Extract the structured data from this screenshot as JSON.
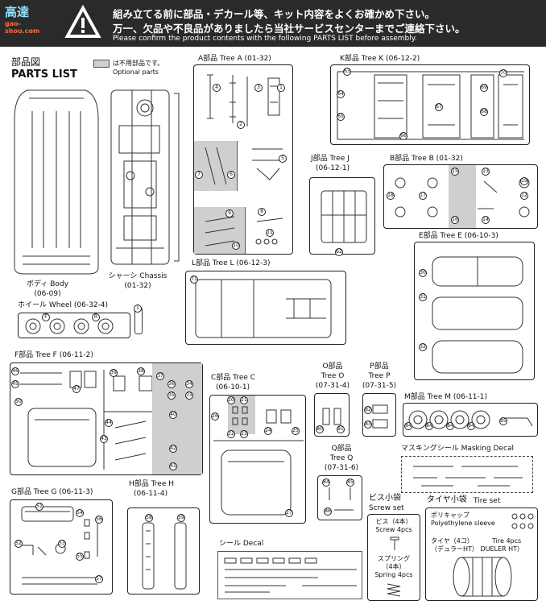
{
  "header": {
    "logo_text": "高達",
    "logo_site": "gao-shou.com",
    "jp_line_1": "組み立てる前に部品・デカール等、キット内容をよくお確かめ下さい。",
    "jp_line_2": "万一、欠品や不良品がありましたら当社サービスセンターまでご連絡下さい。",
    "en_line": "Please confirm the product contents with the following PARTS LIST before assembly."
  },
  "parts_list": {
    "title_jp": "部品図",
    "title_en": "PARTS LIST",
    "legend_jp": "は不用部品です。",
    "legend_en": "Optional parts"
  },
  "parts": {
    "body": {
      "jp": "ボディ Body",
      "code": "(06-09)"
    },
    "chassis": {
      "jp": "シャーシ Chassis",
      "code": "(01-32)"
    },
    "wheel": {
      "label": "ホイール Wheel (06-32-4)"
    },
    "tree_a": {
      "label": "A部品 Tree A (01-32)"
    },
    "tree_k": {
      "label": "K部品 Tree K (06-12-2)"
    },
    "tree_j": {
      "label": "J部品 Tree J",
      "code": "(06-12-1)"
    },
    "tree_b": {
      "label": "B部品 Tree B (01-32)"
    },
    "tree_e": {
      "label": "E部品 Tree E (06-10-3)"
    },
    "tree_l": {
      "label": "L部品 Tree L (06-12-3)"
    },
    "tree_f": {
      "label": "F部品 Tree F (06-11-2)"
    },
    "tree_c": {
      "label": "C部品 Tree C",
      "code": "(06-10-1)"
    },
    "tree_o": {
      "label1": "O部品",
      "label2": "Tree O",
      "code": "(07-31-4)"
    },
    "tree_p": {
      "label1": "P部品",
      "label2": "Tree P",
      "code": "(07-31-5)"
    },
    "tree_m": {
      "label": "M部品 Tree M (06-11-1)"
    },
    "masking": {
      "label": "マスキングシール Masking Decal"
    },
    "tree_q": {
      "label1": "Q部品",
      "label2": "Tree Q",
      "code": "(07-31-6)"
    },
    "tree_g": {
      "label": "G部品 Tree G (06-11-3)"
    },
    "tree_h": {
      "label": "H部品 Tree H",
      "code": "(06-11-4)"
    },
    "decal": {
      "label": "シール Decal"
    },
    "screw_bag": {
      "title": "ビス小袋",
      "title_en": "Screw set",
      "screw_jp": "ビス（4本）",
      "screw_en": "Screw 4pcs",
      "spring_jp1": "スプリング",
      "spring_jp2": "（4本）",
      "spring_en": "Spring 4pcs"
    },
    "tire_set": {
      "title_jp": "タイヤ小袋",
      "title_en": "Tire set",
      "poly_jp": "ポリキャップ",
      "poly_en": "Polyethylene sleeve",
      "tire_jp": "タイヤ（4コ）",
      "tire_en": "Tire 4pcs",
      "brand": "（デュラーHT） DUELER HT）"
    }
  },
  "numbers": {
    "a": [
      "4",
      "3",
      "2",
      "1",
      "7",
      "6",
      "5",
      "9",
      "8",
      "10",
      "11"
    ],
    "k": [
      "63",
      "64",
      "65",
      "66",
      "67",
      "68",
      "69",
      "70"
    ],
    "j": [
      "62"
    ],
    "b": [
      "15",
      "13",
      "18",
      "17",
      "12",
      "19",
      "16",
      "14"
    ],
    "e": [
      "30",
      "31",
      "32"
    ],
    "l": [
      "71"
    ],
    "wheel": [
      "F",
      "R",
      "1"
    ],
    "f": [
      "46",
      "45",
      "47",
      "39",
      "38",
      "37",
      "36",
      "35",
      "34",
      "33",
      "50",
      "44",
      "40",
      "43",
      "42",
      "41"
    ],
    "c": [
      "20",
      "21",
      "26",
      "22",
      "23",
      "24",
      "25",
      "27"
    ],
    "o": [
      "80",
      "81"
    ],
    "p": [
      "82",
      "83"
    ],
    "m": [
      "84",
      "84",
      "84",
      "84",
      "85"
    ],
    "q": [
      "84",
      "85",
      "86"
    ],
    "g": [
      "51",
      "54",
      "56",
      "52",
      "53",
      "55",
      "57"
    ],
    "h": [
      "58",
      "59"
    ]
  }
}
